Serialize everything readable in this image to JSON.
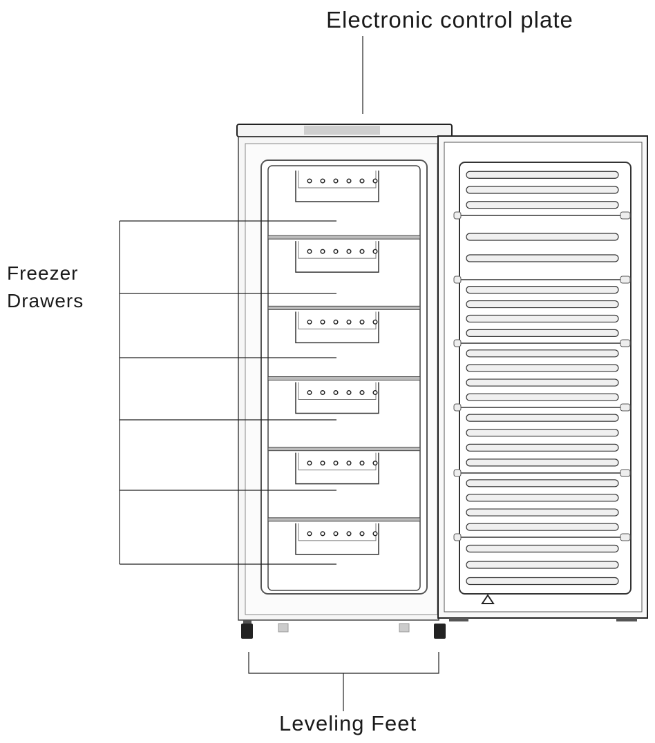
{
  "labels": {
    "control_plate": "Electronic control plate",
    "drawers_line1": "Freezer",
    "drawers_line2": "Drawers",
    "feet": "Leveling Feet"
  },
  "figure": {
    "drawer_count": 6,
    "door_shelf_count": 7,
    "handle_dots_per_drawer": 6
  }
}
